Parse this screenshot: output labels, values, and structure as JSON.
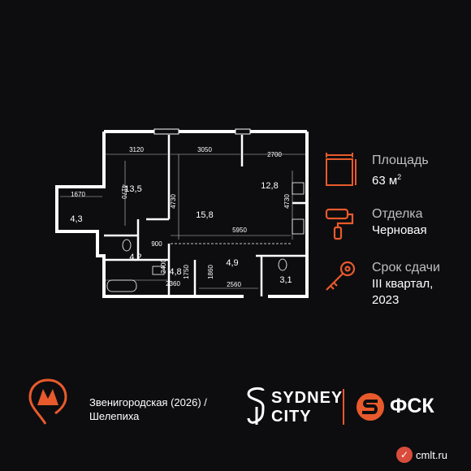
{
  "plan": {
    "dimensions": {
      "d1": "3120",
      "d2": "3050",
      "d3": "2700",
      "d4": "1670",
      "d5": "4170",
      "d6": "4730",
      "d7": "4730",
      "d8": "5950",
      "d9": "900",
      "d10": "2400",
      "d11": "1750",
      "d12": "1860",
      "d13": "2360",
      "d14": "2560"
    },
    "rooms": {
      "r1": "13,5",
      "r2": "15,8",
      "r3": "12,8",
      "r4": "4,3",
      "r5": "4,2",
      "r6": "4,8",
      "r7": "4,9",
      "r8": "3,1"
    }
  },
  "info": {
    "area": {
      "icon": "frame-icon",
      "label": "Площадь",
      "value": "63 м",
      "unit_sup": "2"
    },
    "finish": {
      "icon": "paint-roller-icon",
      "label": "Отделка",
      "value": "Черновая"
    },
    "deadline": {
      "icon": "key-icon",
      "label": "Срок сдачи",
      "value_line1": "III квартал,",
      "value_line2": "2023"
    }
  },
  "footer": {
    "metro_icon": "metro-logo-icon",
    "station_line1": "Звенигородская (2026) /",
    "station_line2": "Шелепиха",
    "brand1_line1": "SYDNEY",
    "brand1_line2": "CITY",
    "brand2": "ФСК"
  },
  "watermark": {
    "text": "cmlt.ru"
  },
  "colors": {
    "accent": "#e85a2c",
    "background": "#0d0d0f",
    "text": "#ffffff",
    "muted": "#bfbfbf"
  }
}
